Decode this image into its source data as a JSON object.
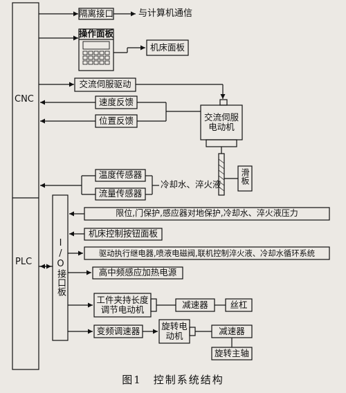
{
  "caption": "图1　控制系统结构",
  "blocks": {
    "cnc": "CNC",
    "plc": "PLC",
    "io_board": "I/O接口板"
  },
  "labels": {
    "isolation_interface": "隔离接口",
    "computer_comm": "与计算机通信",
    "operation_panel": "操作面板",
    "machine_panel": "机床面板",
    "ac_servo_drive": "交流伺服驱动",
    "speed_feedback": "速度反馈",
    "position_feedback": "位置反馈",
    "ac_servo_motor": "交流伺服电动机",
    "slide": "滑板",
    "temp_sensor": "温度传感器",
    "flow_sensor": "流量传感器",
    "coolant_quench": "冷却水、淬火液",
    "limit_protection": "限位,门保护,感应器对地保护,冷却水、淬火液压力",
    "machine_buttons": "机床控制按钮面板",
    "drive_relays": "驱动执行继电器,喷液电磁阀,联机控制淬火液、冷却水循环系统",
    "hf_power": "高中频感应加热电源",
    "clamp_motor": "工件夹持长度调节电动机",
    "reducer1": "减速器",
    "lead_screw": "丝杠",
    "vfd": "变频调速器",
    "rotary_motor": "旋转电动机",
    "reducer2": "减速器",
    "rotary_spindle": "旋转主轴"
  }
}
